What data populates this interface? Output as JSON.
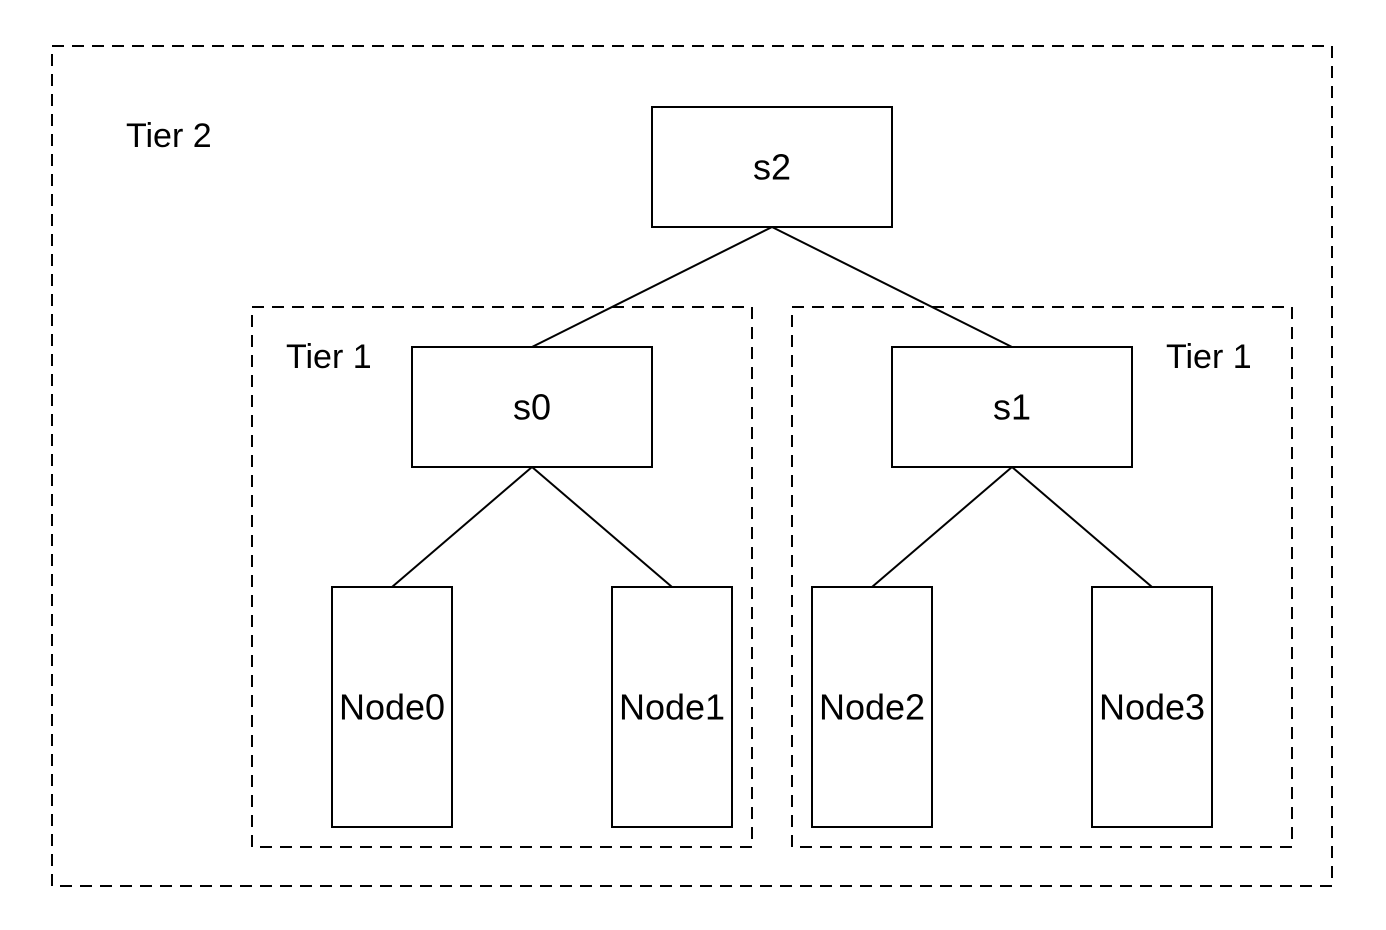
{
  "tiers": {
    "outer": {
      "label": "Tier 2"
    },
    "left": {
      "label": "Tier 1"
    },
    "right": {
      "label": "Tier 1"
    }
  },
  "switches": {
    "s2": {
      "label": "s2"
    },
    "s0": {
      "label": "s0"
    },
    "s1": {
      "label": "s1"
    }
  },
  "nodes": {
    "node0": {
      "label": "Node0"
    },
    "node1": {
      "label": "Node1"
    },
    "node2": {
      "label": "Node2"
    },
    "node3": {
      "label": "Node3"
    }
  },
  "colors": {
    "stroke": "#000000",
    "background": "#ffffff"
  }
}
